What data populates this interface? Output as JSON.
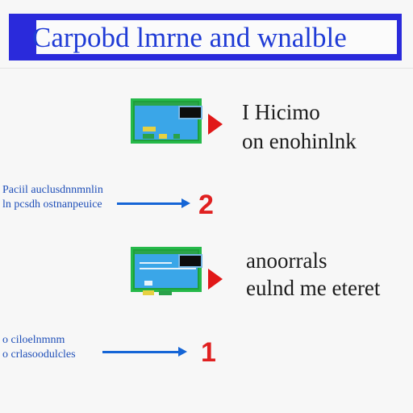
{
  "banner": {
    "title": "Carpobd lmrne and wnalble"
  },
  "step1": {
    "title_line1": "I Hicimo",
    "title_line2": "on enohinlnk"
  },
  "step2": {
    "caption_line1": "Paciil auclusdnnmnlin",
    "caption_line2": "ln pcsdh ostnanpeuice",
    "number": "2"
  },
  "step3": {
    "title_line1": "anoorrals",
    "title_line2": "eulnd me eteret"
  },
  "step4": {
    "caption_line1": "o ciloelnmnm",
    "caption_line2": "o crlasoodulcles",
    "number": "1"
  },
  "colors": {
    "banner_border": "#2a2adb",
    "title_blue": "#1f3bd6",
    "card_green": "#25b94a",
    "card_blue": "#3aa6e8",
    "arrow_red": "#e11818",
    "arrow_blue": "#1565d6",
    "number_red": "#e02020"
  }
}
